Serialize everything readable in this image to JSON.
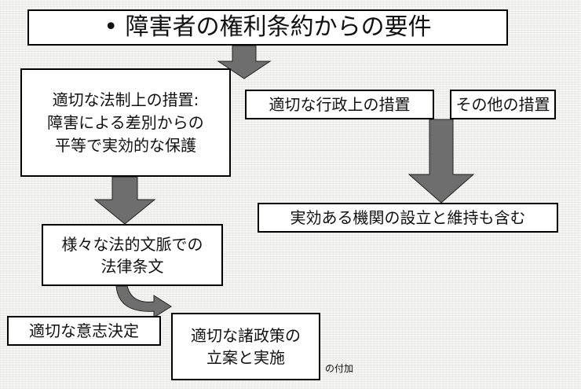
{
  "title": "• 障害者の権利条約からの要件",
  "legal_measures": {
    "line1": "適切な法制上の措置:",
    "line2": "障害による差別からの",
    "line3": "平等で実効的な保護"
  },
  "administrative_measures": "適切な行政上の措置",
  "other_measures": "その他の措置",
  "organization": "実効ある機関の設立と維持も含む",
  "legal_provisions": {
    "line1": "様々な法的文脈での",
    "line2": "法律条文"
  },
  "decision_making": "適切な意志決定",
  "policies": {
    "line1": "適切な諸政策の",
    "line2": "立案と実施"
  },
  "suffix": "の付加",
  "colors": {
    "arrow": "#6e6e6e",
    "box_border": "#000000",
    "box_fill": "#ffffff"
  }
}
